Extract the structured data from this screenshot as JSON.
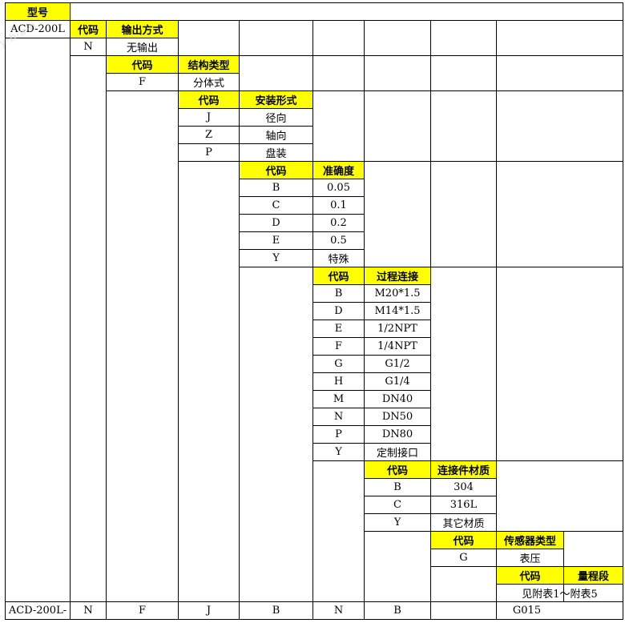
{
  "model": {
    "header": "型号",
    "value": "ACD-200L"
  },
  "output_method": {
    "code_header": "代码",
    "name_header": "输出方式",
    "rows": [
      {
        "code": "N",
        "name": "无输出"
      }
    ]
  },
  "structure_type": {
    "code_header": "代码",
    "name_header": "结构类型",
    "rows": [
      {
        "code": "F",
        "name": "分体式"
      }
    ]
  },
  "install_form": {
    "code_header": "代码",
    "name_header": "安装形式",
    "rows": [
      {
        "code": "J",
        "name": "径向"
      },
      {
        "code": "Z",
        "name": "轴向"
      },
      {
        "code": "P",
        "name": "盘装"
      }
    ]
  },
  "accuracy": {
    "code_header": "代码",
    "name_header": "准确度",
    "rows": [
      {
        "code": "B",
        "name": "0.05"
      },
      {
        "code": "C",
        "name": "0.1"
      },
      {
        "code": "D",
        "name": "0.2"
      },
      {
        "code": "E",
        "name": "0.5"
      },
      {
        "code": "Y",
        "name": "特殊"
      }
    ]
  },
  "process_connection": {
    "code_header": "代码",
    "name_header": "过程连接",
    "rows": [
      {
        "code": "B",
        "name": "M20*1.5"
      },
      {
        "code": "D",
        "name": "M14*1.5"
      },
      {
        "code": "E",
        "name": "1/2NPT"
      },
      {
        "code": "F",
        "name": "1/4NPT"
      },
      {
        "code": "G",
        "name": "G1/2"
      },
      {
        "code": "H",
        "name": "G1/4"
      },
      {
        "code": "M",
        "name": "DN40"
      },
      {
        "code": "N",
        "name": "DN50"
      },
      {
        "code": "P",
        "name": "DN80"
      },
      {
        "code": "Y",
        "name": "定制接口"
      }
    ]
  },
  "connector_material": {
    "code_header": "代码",
    "name_header": "连接件材质",
    "rows": [
      {
        "code": "B",
        "name": "304"
      },
      {
        "code": "C",
        "name": "316L"
      },
      {
        "code": "Y",
        "name": "其它材质"
      }
    ]
  },
  "sensor_type": {
    "code_header": "代码",
    "name_header": "传感器类型",
    "rows": [
      {
        "code": "G",
        "name": "表压"
      }
    ]
  },
  "range": {
    "code_header": "代码",
    "name_header": "量程段",
    "note": "见附表1～附表5"
  },
  "example": {
    "cells": [
      "ACD-200L-",
      "N",
      "F",
      "J",
      "B",
      "N",
      "B",
      "G015"
    ]
  },
  "colors": {
    "header_bg": "#ffff00",
    "border": "#000000"
  },
  "watermark_icon": "site-watermark-icon"
}
